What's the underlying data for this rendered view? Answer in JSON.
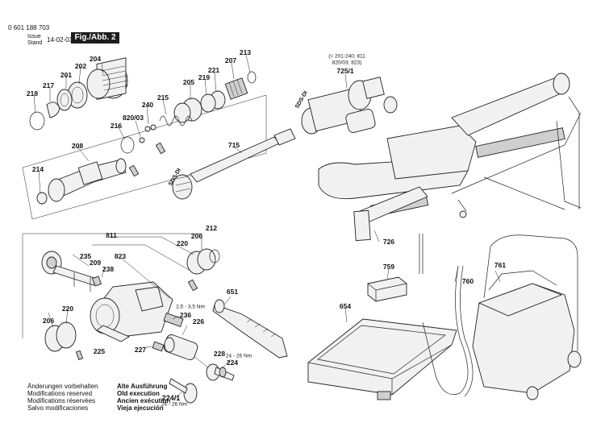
{
  "header": {
    "part_number": "0 601 188 703",
    "issue_label_1": "Issue",
    "issue_label_2": "Stand",
    "issue_date": "14-02-03",
    "figure": "Fig./Abb. 2"
  },
  "footer_left": [
    "Änderungen vorbehalten",
    "Modifications reserved",
    "Modifications réservées",
    "Salvo modificaciones"
  ],
  "footer_right": [
    "Alte Ausführung",
    "Old execution",
    "Ancien exécution",
    "Vieja ejecución"
  ],
  "labels": {
    "p201": "201",
    "p202": "202",
    "p204": "204",
    "p207": "207",
    "p213": "213",
    "p205": "205",
    "p219": "219",
    "p221": "221",
    "p215": "215",
    "p240": "240",
    "p216": "216",
    "p820_03": "820/03",
    "p218": "218",
    "p217": "217",
    "p208": "208",
    "p214": "214",
    "p715": "715",
    "p725_1": "725/1",
    "p725_note": "(= 201-240; 811",
    "p725_note2": "820/03; 823)",
    "p811": "811",
    "p235": "235",
    "p209": "209",
    "p823": "823",
    "p238": "238",
    "p220a": "220",
    "p206a": "206",
    "p212": "212",
    "p220b": "220",
    "p206b": "206",
    "p236": "236",
    "torque1": "2,5 - 3,5 Nm",
    "p226": "226",
    "p225": "225",
    "p227": "227",
    "p651": "651",
    "p228": "228",
    "p224": "224",
    "torque2": "24 - 26 Nm",
    "p224_1": "224/1",
    "torque3": "24 - 26 Nm",
    "p726": "726",
    "p759": "759",
    "p654": "654",
    "p760": "760",
    "p761": "761",
    "sds1": "SDS-DI",
    "sds2": "SDS-DI"
  }
}
